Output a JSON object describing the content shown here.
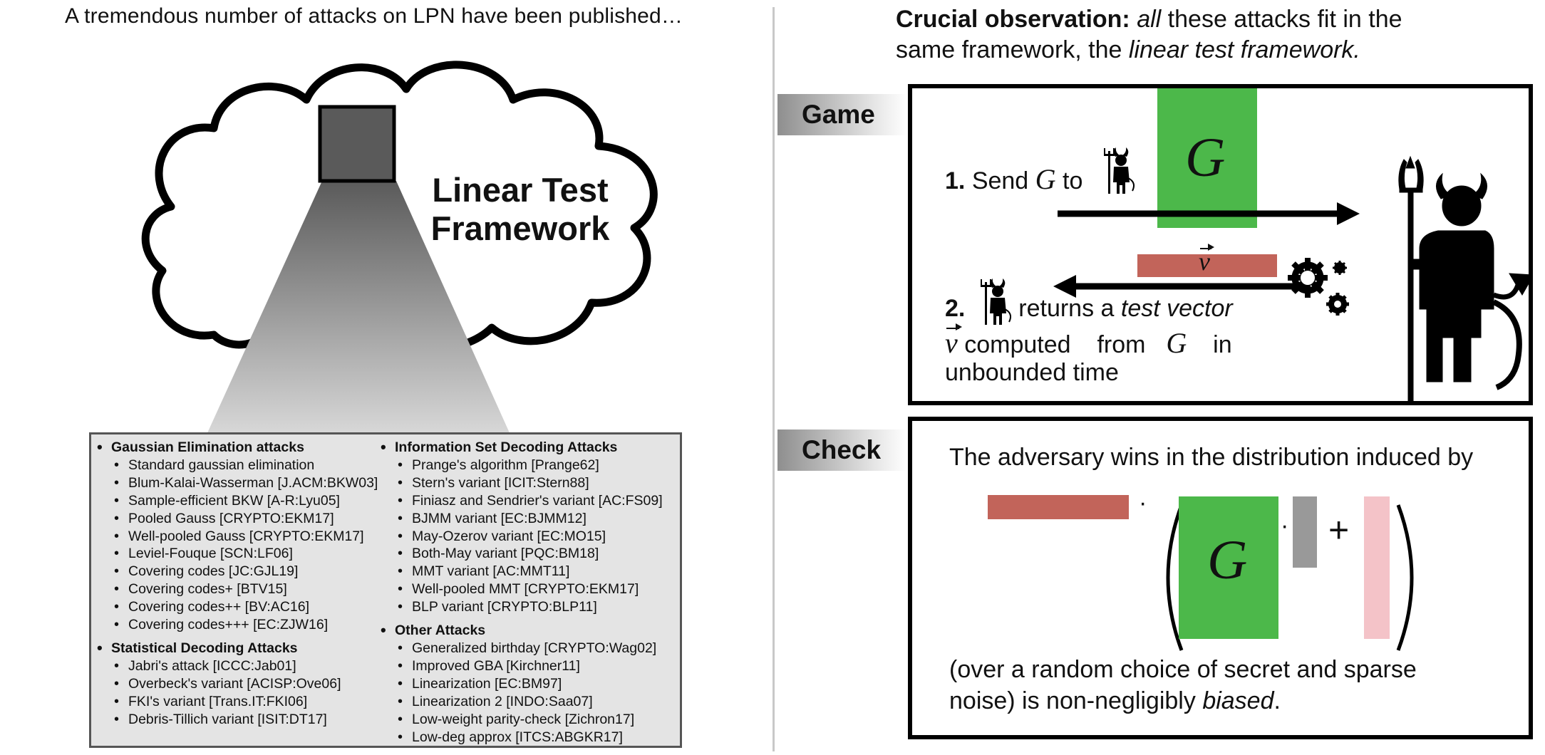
{
  "left": {
    "title": "A tremendous number of attacks on LPN have been published…",
    "cloud_title_line1": "Linear Test",
    "cloud_title_line2": "Framework",
    "columns": [
      [
        {
          "heading": "Gaussian Elimination attacks",
          "items": [
            "Standard gaussian elimination",
            "Blum-Kalai-Wasserman [J.ACM:BKW03]",
            "Sample-efficient BKW [A-R:Lyu05]",
            "Pooled Gauss [CRYPTO:EKM17]",
            "Well-pooled Gauss [CRYPTO:EKM17]",
            "Leviel-Fouque [SCN:LF06]",
            "Covering codes [JC:GJL19]",
            "Covering codes+ [BTV15]",
            "Covering codes++ [BV:AC16]",
            "Covering codes+++ [EC:ZJW16]"
          ]
        },
        {
          "heading": "Statistical Decoding Attacks",
          "items": [
            "Jabri's attack [ICCC:Jab01]",
            "Overbeck's variant [ACISP:Ove06]",
            "FKI's variant [Trans.IT:FKI06]",
            "Debris-Tillich variant [ISIT:DT17]"
          ]
        }
      ],
      [
        {
          "heading": "Information Set Decoding Attacks",
          "items": [
            "Prange's algorithm [Prange62]",
            "Stern's variant [ICIT:Stern88]",
            "Finiasz and Sendrier's variant [AC:FS09]",
            "BJMM variant [EC:BJMM12]",
            "May-Ozerov variant [EC:MO15]",
            "Both-May variant [PQC:BM18]",
            "MMT variant [AC:MMT11]",
            "Well-pooled MMT [CRYPTO:EKM17]",
            "BLP variant [CRYPTO:BLP11]"
          ]
        },
        {
          "heading": "Other Attacks",
          "items": [
            "Generalized birthday [CRYPTO:Wag02]",
            "Improved GBA [Kirchner11]",
            "Linearization [EC:BM97]",
            "Linearization 2 [INDO:Saa07]",
            "Low-weight parity-check [Zichron17]",
            "Low-deg approx [ITCS:ABGKR17]"
          ]
        }
      ]
    ]
  },
  "right": {
    "title_bold": "Crucial observation:",
    "title_italic_all": "all",
    "title_rest1": " these attacks fit in the",
    "title_rest2": "same framework, the ",
    "title_italic_ltf": "linear test framework.",
    "game": {
      "tab": "Game",
      "step1_num": "1.",
      "step1_send": "Send",
      "step1_to": "to",
      "G": "G",
      "v": "v",
      "step2_num": "2.",
      "step2_returns": "returns a ",
      "step2_test_vector": "test vector",
      "step2_computed": "computed",
      "step2_from": "from",
      "step2_in": "in",
      "step2_unbounded": "unbounded time"
    },
    "check": {
      "tab": "Check",
      "line1": "The adversary wins in the distribution induced by",
      "G": "G",
      "dot": "·",
      "plus": "+",
      "line2": "(over a random choice of secret and sparse",
      "line3_pre": "noise) is non-negligibly ",
      "line3_biased": "biased",
      "line3_post": "."
    },
    "colors": {
      "matrix_green": "#4cb84a",
      "vector_red": "#c2645a",
      "secret_gray": "#999999",
      "noise_pink": "#f4c3c8"
    }
  }
}
